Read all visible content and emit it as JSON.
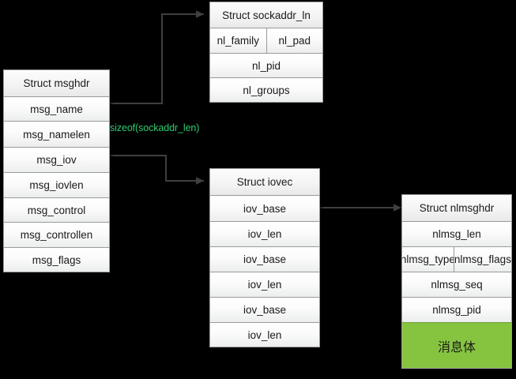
{
  "diagram": {
    "title": "netlink msghdr structure relationships",
    "background_color": "#000000",
    "accent_green": "#86c440",
    "note_green": "#2ecc71",
    "connector_color": "#3f3f3f"
  },
  "structs": {
    "msghdr": {
      "title": "Struct msghdr",
      "rows": [
        "msg_name",
        "msg_namelen",
        "msg_iov",
        "msg_iovlen",
        "msg_control",
        "msg_controllen",
        "msg_flags"
      ]
    },
    "sockaddr_nl": {
      "title": "Struct sockaddr_ln",
      "split_row": [
        "nl_family",
        "nl_pad"
      ],
      "rows": [
        "nl_pid",
        "nl_groups"
      ]
    },
    "iovec": {
      "title": "Struct iovec",
      "rows": [
        "iov_base",
        "iov_len",
        "iov_base",
        "iov_len",
        "iov_base",
        "iov_len"
      ]
    },
    "nlmsghdr": {
      "title": "Struct nlmsghdr",
      "row_len": "nlmsg_len",
      "split_row": [
        "nlmsg_type",
        "nlmsg_flags"
      ],
      "row_seq": "nlmsg_seq",
      "row_pid": "nlmsg_pid",
      "payload": "消息体"
    }
  },
  "annotations": {
    "sizeof_note": "sizeof(sockaddr_len)"
  },
  "connectors": [
    {
      "name": "msg-name-to-sockaddr",
      "from": "msg_name",
      "to": "Struct sockaddr_ln"
    },
    {
      "name": "msg-iov-to-iovec",
      "from": "msg_iov",
      "to": "Struct iovec"
    },
    {
      "name": "iov-base-to-nlmsghdr",
      "from": "iov_base",
      "to": "Struct nlmsghdr"
    }
  ]
}
